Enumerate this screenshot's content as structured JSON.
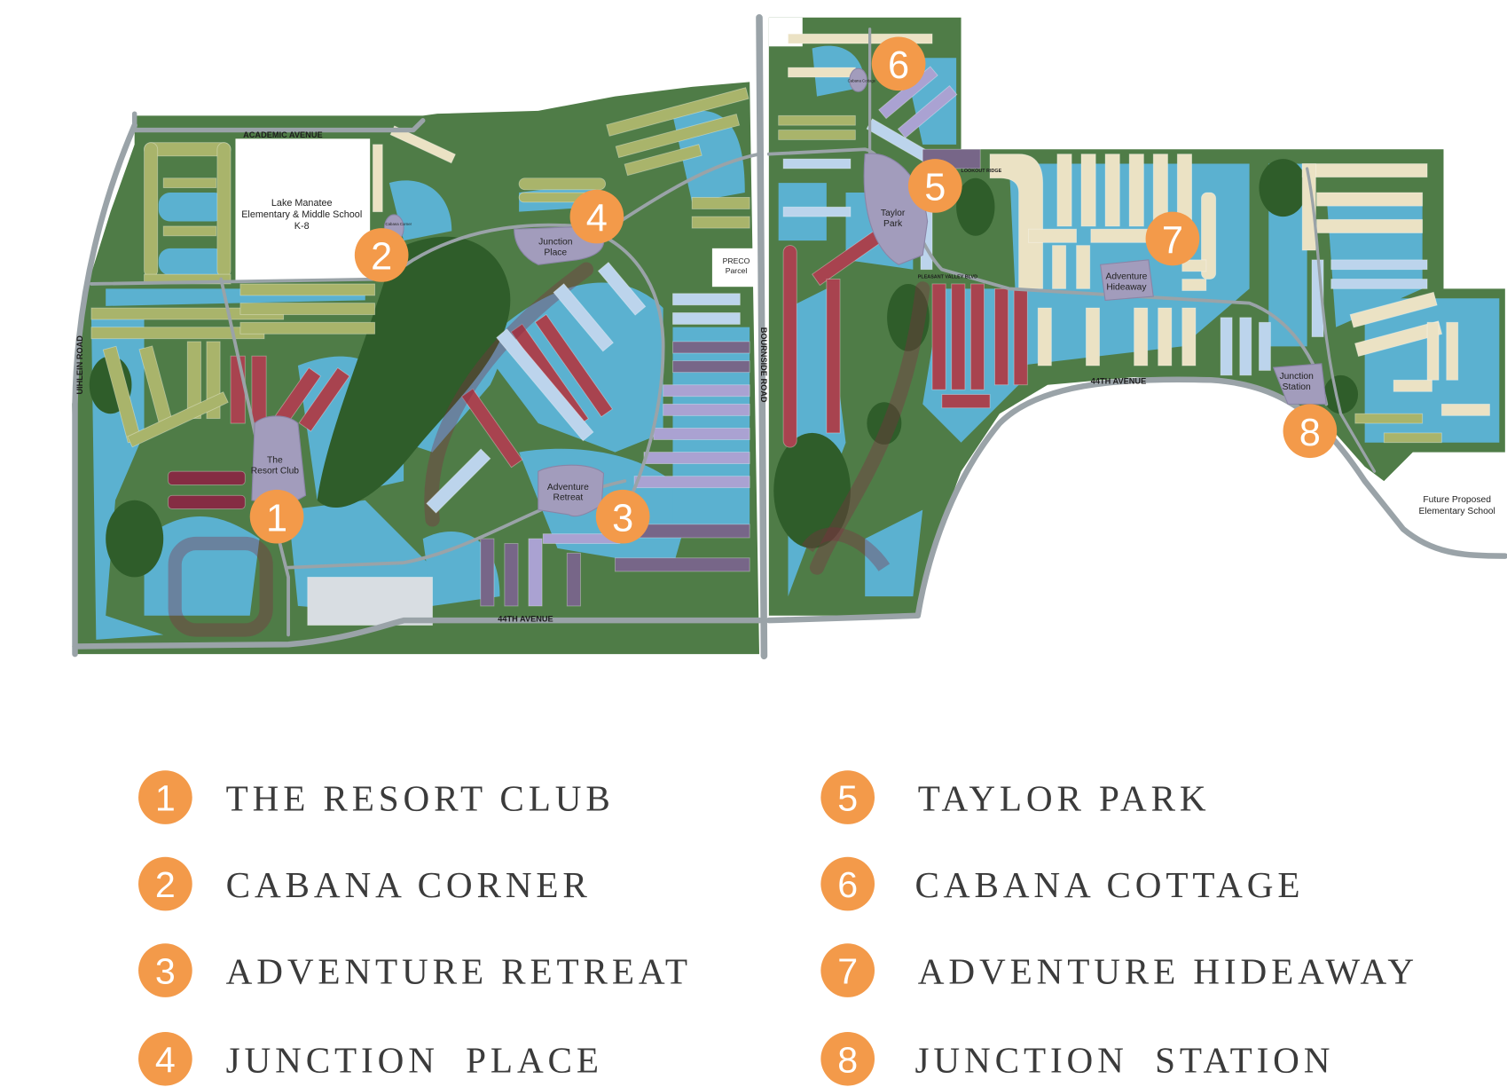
{
  "map": {
    "roads": {
      "academic_avenue": "ACADEMIC AVENUE",
      "uihlein_road": "UIHLEIN ROAD",
      "bournside_road": "BOURNSIDE ROAD",
      "avenue_44th_west": "44TH AVENUE",
      "avenue_44th_east": "44TH AVENUE",
      "pleasant_valley_blvd": "PLEASANT VALLEY BLVD",
      "lookout_ridge": "LOOKOUT RIDGE"
    },
    "places": {
      "school_line1": "Lake Manatee",
      "school_line2": "Elementary & Middle School",
      "school_line3": "K-8",
      "preco_line1": "PRECO",
      "preco_line2": "Parcel",
      "future_school_line1": "Future Proposed",
      "future_school_line2": "Elementary School",
      "resort_club_line1": "The",
      "resort_club_line2": "Resort Club",
      "junction_place_line1": "Junction",
      "junction_place_line2": "Place",
      "adventure_retreat_line1": "Adventure",
      "adventure_retreat_line2": "Retreat",
      "taylor_park_line1": "Taylor",
      "taylor_park_line2": "Park",
      "adventure_hideaway_line1": "Adventure",
      "adventure_hideaway_line2": "Hideaway",
      "junction_station_line1": "Junction",
      "junction_station_line2": "Station",
      "cabana_corner": "Cabana Corner",
      "cabana_cottage": "Cabana Cottage"
    },
    "markers": [
      "1",
      "2",
      "3",
      "4",
      "5",
      "6",
      "7",
      "8"
    ]
  },
  "legend": [
    {
      "num": "1",
      "label": "THE RESORT CLUB"
    },
    {
      "num": "2",
      "label": "CABANA CORNER"
    },
    {
      "num": "3",
      "label": "ADVENTURE RETREAT"
    },
    {
      "num": "4",
      "label": "JUNCTION  PLACE"
    },
    {
      "num": "5",
      "label": "TAYLOR PARK"
    },
    {
      "num": "6",
      "label": "CABANA COTTAGE"
    },
    {
      "num": "7",
      "label": "ADVENTURE HIDEAWAY"
    },
    {
      "num": "8",
      "label": "JUNCTION  STATION"
    }
  ],
  "colors": {
    "marker": "#f39a4a",
    "land": "#4f7c47",
    "water": "#5cb4d8",
    "amenity": "#a29cbc"
  }
}
